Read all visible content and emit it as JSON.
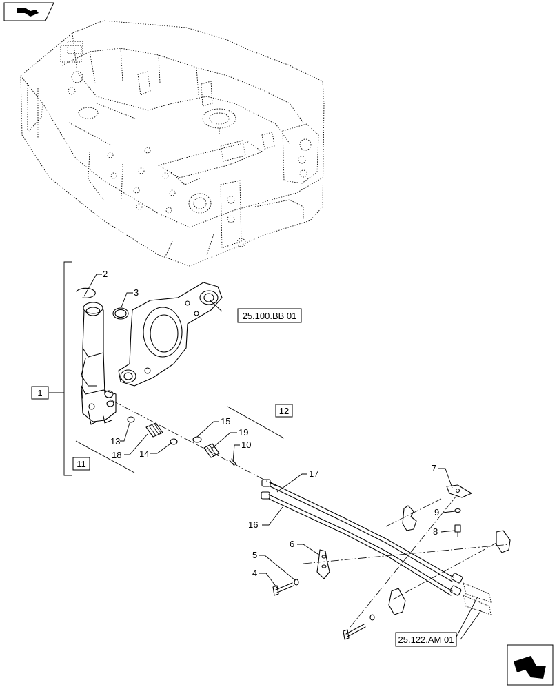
{
  "navigation": {
    "prev_icon": "back-arrow-icon",
    "next_icon": "forward-arrow-icon"
  },
  "callouts": {
    "c1": "1",
    "c2": "2",
    "c3": "3",
    "c4": "4",
    "c5": "5",
    "c6": "6",
    "c7": "7",
    "c8": "8",
    "c9": "9",
    "c10": "10",
    "c11": "11",
    "c12": "12",
    "c13": "13",
    "c14": "14",
    "c15": "15",
    "c16": "16",
    "c17": "17",
    "c18": "18",
    "c19": "19"
  },
  "references": {
    "steering_arm": "25.100.BB 01",
    "hose_connection": "25.122.AM 01"
  },
  "colors": {
    "line": "#000000",
    "background": "#ffffff"
  }
}
